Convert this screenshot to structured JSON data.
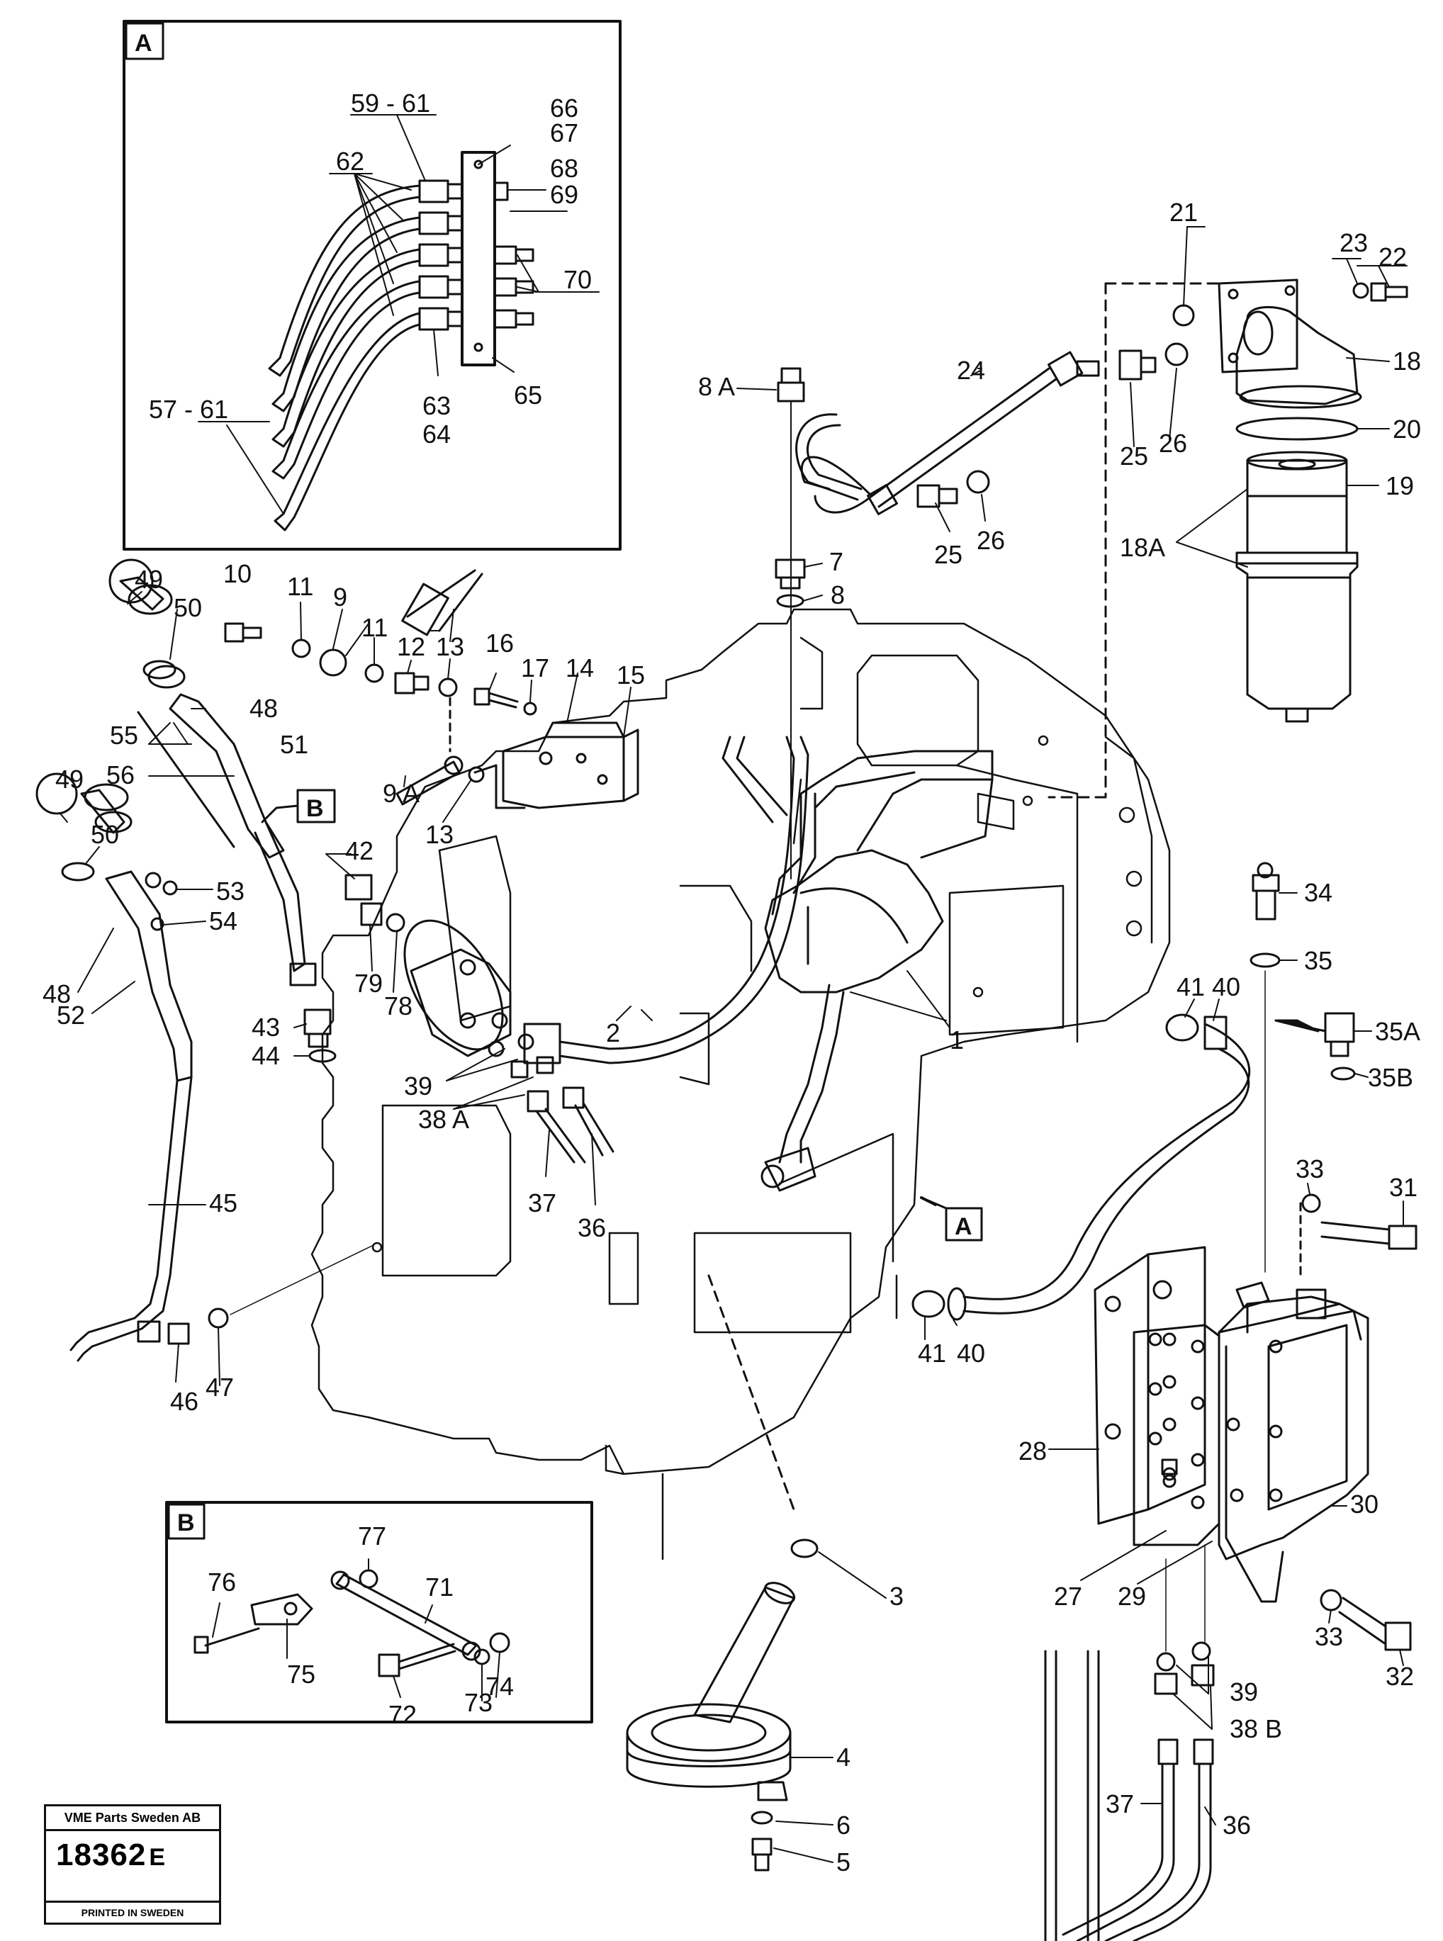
{
  "drawing_number": "18362E",
  "stamp": {
    "company": "VME Parts Sweden AB",
    "number": "18362",
    "suffix": "E",
    "printed": "PRINTED IN SWEDEN"
  },
  "inset_a": {
    "letter": "A"
  },
  "inset_b": {
    "letter": "B"
  },
  "refs": {
    "a": "A",
    "b": "B"
  },
  "labels": {
    "p1": "1",
    "p2": "2",
    "p3": "3",
    "p4": "4",
    "p5": "5",
    "p6": "6",
    "p7": "7",
    "p8": "8",
    "p8a": "8 A",
    "p9": "9",
    "p9a": "9 A",
    "p10": "10",
    "p11a": "11",
    "p11b": "11",
    "p12": "12",
    "p13a": "13",
    "p13b": "13",
    "p14": "14",
    "p15": "15",
    "p16": "16",
    "p17": "17",
    "p18": "18",
    "p18a": "18A",
    "p19": "19",
    "p20": "20",
    "p21": "21",
    "p22": "22",
    "p23": "23",
    "p24": "24",
    "p25a": "25",
    "p25b": "25",
    "p26a": "26",
    "p26b": "26",
    "p27": "27",
    "p28": "28",
    "p29": "29",
    "p30": "30",
    "p31": "31",
    "p32": "32",
    "p33a": "33",
    "p33b": "33",
    "p34": "34",
    "p35": "35",
    "p35a": "35A",
    "p35b": "35B",
    "p36a": "36",
    "p36b": "36",
    "p37a": "37",
    "p37b": "37",
    "p38a": "38 A",
    "p38b": "38 B",
    "p39a": "39",
    "p39b": "39",
    "p40a": "40",
    "p40b": "40",
    "p41a": "41",
    "p41b": "41",
    "p42": "42",
    "p43": "43",
    "p44": "44",
    "p45": "45",
    "p46": "46",
    "p47": "47",
    "p48a": "48",
    "p48b": "48",
    "p49a": "49",
    "p49b": "49",
    "p50a": "50",
    "p50b": "50",
    "p51": "51",
    "p52": "52",
    "p53": "53",
    "p54": "54",
    "p55": "55",
    "p56": "56",
    "p57": "57 - 61",
    "p59": "59 - 61",
    "p62": "62",
    "p63": "63",
    "p64": "64",
    "p65": "65",
    "p66": "66",
    "p67": "67",
    "p68": "68",
    "p69": "69",
    "p70": "70",
    "p71": "71",
    "p72": "72",
    "p73": "73",
    "p74": "74",
    "p75": "75",
    "p76": "76",
    "p77": "77",
    "p78": "78",
    "p79": "79"
  }
}
